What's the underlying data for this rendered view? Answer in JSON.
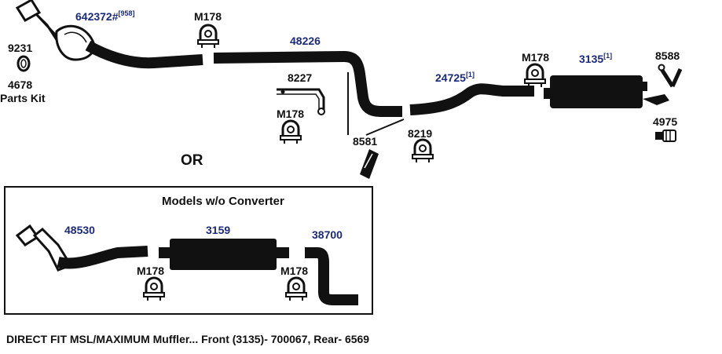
{
  "labels": {
    "p642372": "642372#",
    "p642372_sup": "[958]",
    "p9231": "9231",
    "p4678": "4678",
    "parts_kit": "Parts Kit",
    "m178_top": "M178",
    "p48226": "48226",
    "p8227": "8227",
    "m178_mid": "M178",
    "p24725": "24725",
    "p24725_sup": "[1]",
    "m178_right": "M178",
    "p3135": "3135",
    "p3135_sup": "[1]",
    "p8588": "8588",
    "p4975": "4975",
    "p8581": "8581",
    "p8219": "8219",
    "or": "OR",
    "box_title": "Models w/o Converter",
    "p48530": "48530",
    "p3159": "3159",
    "p38700": "38700",
    "m178_box_left": "M178",
    "m178_box_right": "M178"
  },
  "caption": "DIRECT FIT MSL/MAXIMUM Muffler... Front (3135)- 700067, Rear- 6569",
  "colors": {
    "part_number": "#1b2a7a",
    "hardware": "#111111",
    "pipe": "#111111"
  }
}
